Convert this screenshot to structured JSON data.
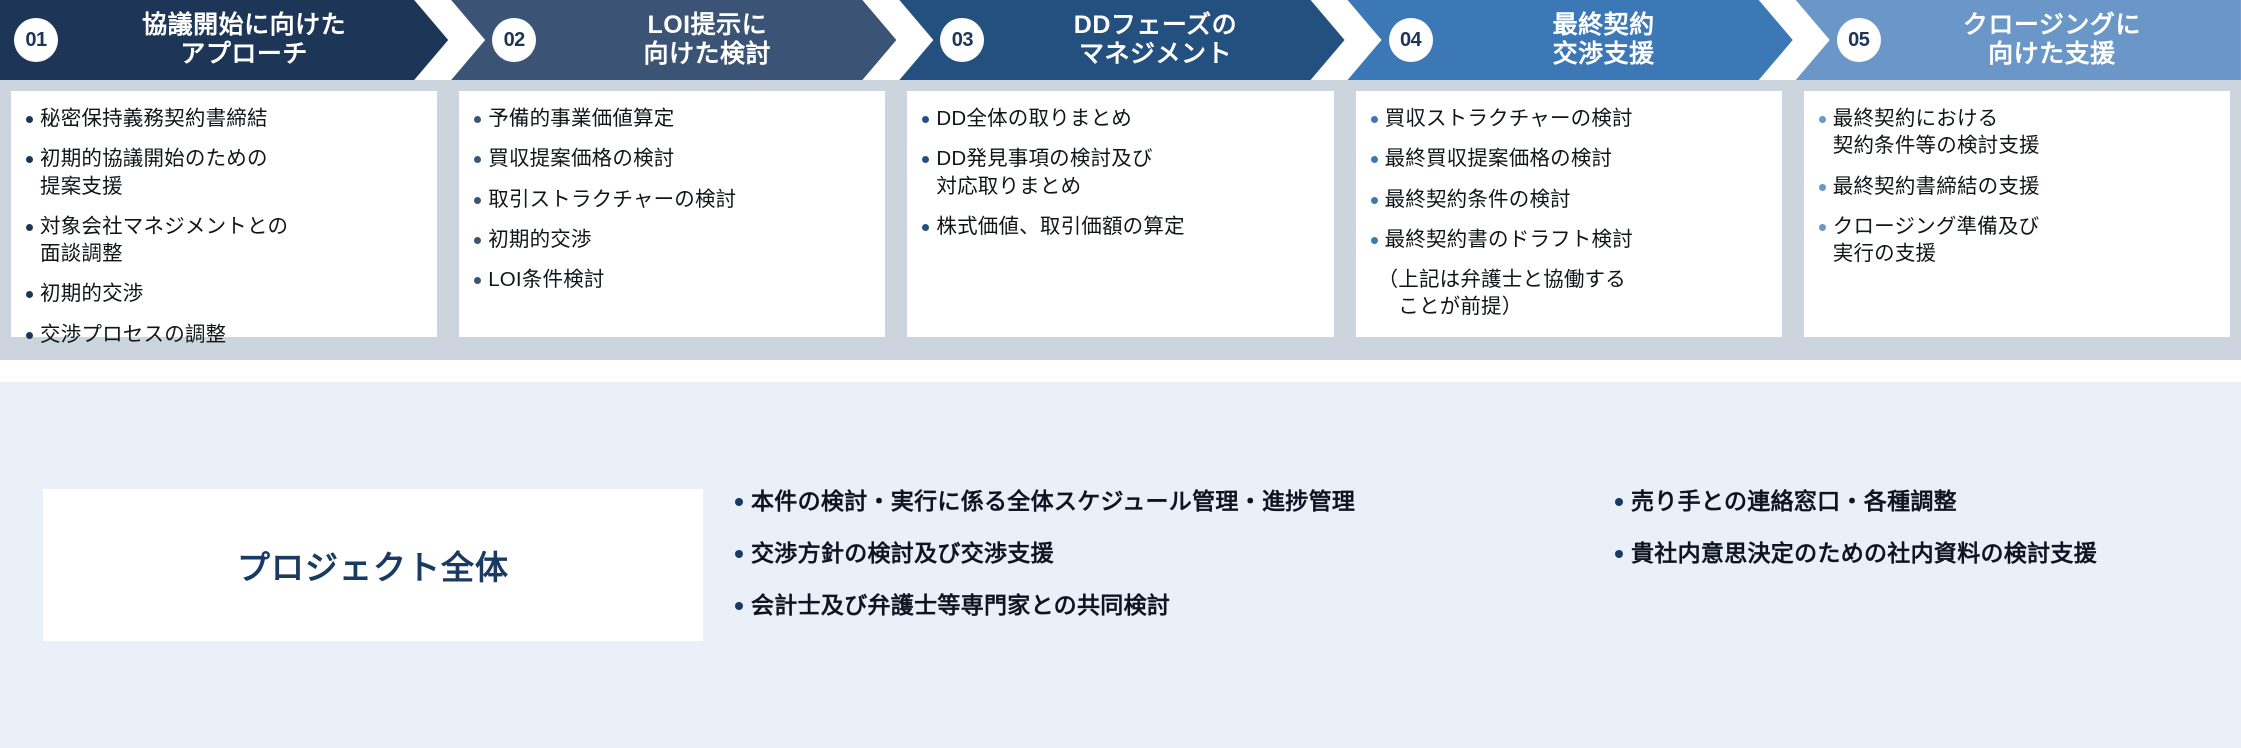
{
  "stages": [
    {
      "number": "01",
      "title": "協議開始に向けた\nアプローチ",
      "color": "#1d3557",
      "bullet_color": "#1d3557",
      "items": [
        "秘密保持義務契約書締結",
        "初期的協議開始のための\n提案支援",
        "対象会社マネジメントとの\n面談調整",
        "初期的交渉",
        "交渉プロセスの調整"
      ]
    },
    {
      "number": "02",
      "title": "LOI提示に\n向けた検討",
      "color": "#3b5475",
      "bullet_color": "#3b5475",
      "items": [
        "予備的事業価値算定",
        "買収提案価格の検討",
        "取引ストラクチャーの検討",
        "初期的交渉",
        "LOI条件検討"
      ]
    },
    {
      "number": "03",
      "title": "DDフェーズの\nマネジメント",
      "color": "#24507f",
      "bullet_color": "#24507f",
      "items": [
        "DD全体の取りまとめ",
        "DD発見事項の検討及び\n対応取りまとめ",
        "株式価値、取引価額の算定"
      ]
    },
    {
      "number": "04",
      "title": "最終契約\n交渉支援",
      "color": "#3b78b5",
      "bullet_color": "#3b78b5",
      "items": [
        "買収ストラクチャーの検討",
        "最終買収提案価格の検討",
        "最終契約条件の検討",
        "最終契約書のドラフト検討"
      ],
      "note": "（上記は弁護士と協働する\n　ことが前提）"
    },
    {
      "number": "05",
      "title": "クロージングに\n向けた支援",
      "color": "#6b96c8",
      "bullet_color": "#6b96c8",
      "items": [
        "最終契約における\n契約条件等の検討支援",
        "最終契約書締結の支援",
        "クロージング準備及び\n実行の支援"
      ]
    }
  ],
  "bottom": {
    "label": "プロジェクト全体",
    "column_left": [
      "本件の検討・実行に係る全体スケジュール管理・進捗管理",
      "交渉方針の検討及び交渉支援",
      "会計士及び弁護士等専門家との共同検討"
    ],
    "column_right": [
      "売り手との連絡窓口・各種調整",
      "貴社内意思決定のための社内資料の検討支援"
    ]
  },
  "theme": {
    "panel_bg": "#ccd5de",
    "card_bg": "#ffffff",
    "bottom_bg": "#e9f0f8",
    "number_text": "#1d3557",
    "bottom_label_color": "#1b3a63"
  }
}
